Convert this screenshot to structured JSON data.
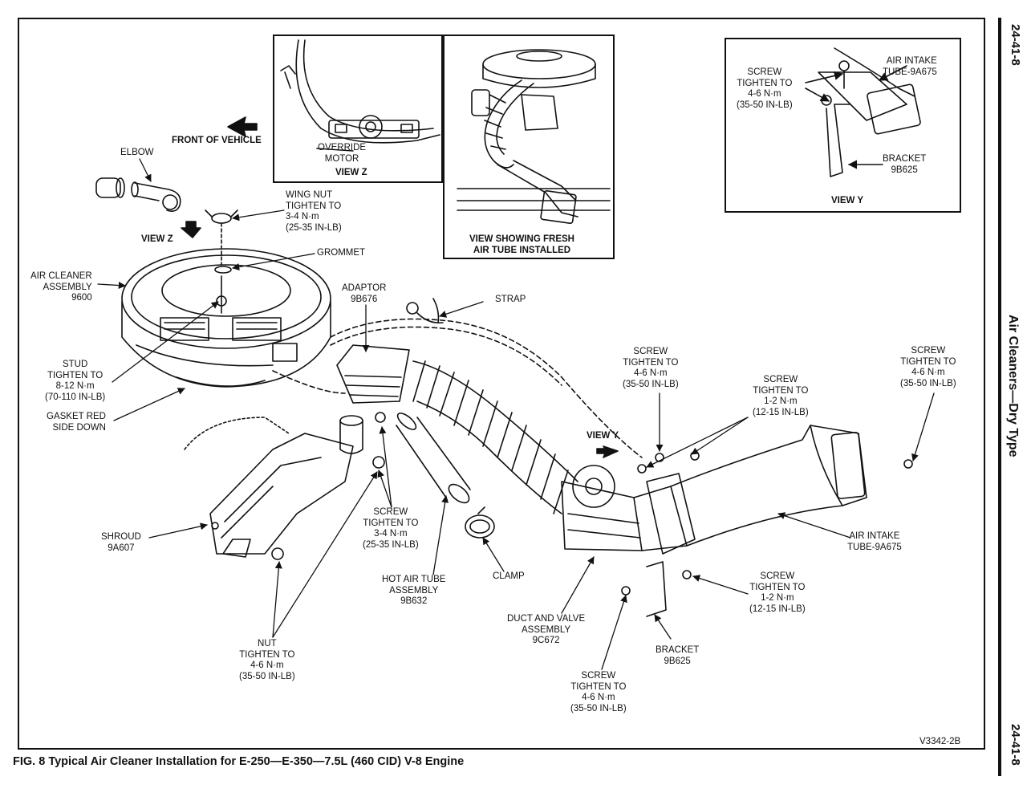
{
  "figure": {
    "caption": "FIG. 8 Typical Air Cleaner Installation for E-250—E-350—7.5L (460 CID) V-8 Engine",
    "code": "V3342-2B"
  },
  "sidebar": {
    "page_top": "24-41-8",
    "section": "Air Cleaners—Dry Type",
    "page_bottom": "24-41-8"
  },
  "insets": {
    "view_z": {
      "title": "VIEW Z",
      "label": [
        "OVERRIDE",
        "MOTOR"
      ]
    },
    "fresh_air": {
      "title": [
        "VIEW SHOWING FRESH",
        "AIR TUBE INSTALLED"
      ]
    },
    "view_y": {
      "title": "VIEW Y",
      "air_intake": [
        "AIR INTAKE",
        "TUBE-9A675"
      ],
      "screw": [
        "SCREW",
        "TIGHTEN TO",
        "4-6 N·m",
        "(35-50 IN-LB)"
      ],
      "bracket": [
        "BRACKET",
        "9B625"
      ]
    }
  },
  "labels": {
    "front_of_vehicle": "FRONT OF VEHICLE",
    "elbow": "ELBOW",
    "view_z": "VIEW Z",
    "view_y": "VIEW Y",
    "wing_nut": [
      "WING NUT",
      "TIGHTEN TO",
      "3-4 N·m",
      "(25-35 IN-LB)"
    ],
    "grommet": "GROMMET",
    "air_cleaner": [
      "AIR CLEANER",
      "ASSEMBLY",
      "9600"
    ],
    "adaptor": [
      "ADAPTOR",
      "9B676"
    ],
    "strap": "STRAP",
    "stud": [
      "STUD",
      "TIGHTEN TO",
      "8-12 N·m",
      "(70-110 IN-LB)"
    ],
    "gasket": [
      "GASKET RED",
      "SIDE DOWN"
    ],
    "shroud": [
      "SHROUD",
      "9A607"
    ],
    "screw_3_4": [
      "SCREW",
      "TIGHTEN TO",
      "3-4 N·m",
      "(25-35 IN-LB)"
    ],
    "hot_air_tube": [
      "HOT AIR TUBE",
      "ASSEMBLY",
      "9B632"
    ],
    "clamp": "CLAMP",
    "duct_valve": [
      "DUCT AND VALVE",
      "ASSEMBLY",
      "9C672"
    ],
    "nut": [
      "NUT",
      "TIGHTEN TO",
      "4-6 N·m",
      "(35-50 IN-LB)"
    ],
    "screw_4_6_a": [
      "SCREW",
      "TIGHTEN TO",
      "4-6 N·m",
      "(35-50 IN-LB)"
    ],
    "screw_1_2_a": [
      "SCREW",
      "TIGHTEN TO",
      "1-2 N·m",
      "(12-15 IN-LB)"
    ],
    "screw_4_6_b": [
      "SCREW",
      "TIGHTEN TO",
      "4-6 N·m",
      "(35-50 IN-LB)"
    ],
    "air_intake": [
      "AIR INTAKE",
      "TUBE-9A675"
    ],
    "screw_1_2_b": [
      "SCREW",
      "TIGHTEN TO",
      "1-2 N·m",
      "(12-15 IN-LB)"
    ],
    "bracket": [
      "BRACKET",
      "9B625"
    ],
    "screw_4_6_c": [
      "SCREW",
      "TIGHTEN TO",
      "4-6 N·m",
      "(35-50 IN-LB)"
    ]
  }
}
